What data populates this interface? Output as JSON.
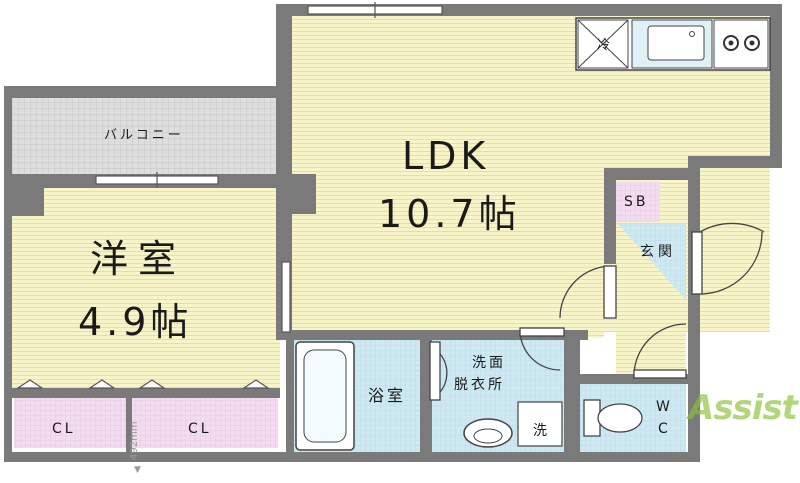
{
  "rooms": {
    "ldk_name": "LDK",
    "ldk_size": "10.7帖",
    "western_name": "洋室",
    "western_size": "4.9帖",
    "balcony": "バルコニー",
    "sb": "SB",
    "entrance": "玄関",
    "bath": "浴室",
    "dressing_line1": "洗面",
    "dressing_line2": "脱衣所",
    "washer": "洗",
    "wc_line1": "W",
    "wc_line2": "C",
    "closet_left": "CL",
    "closet_right": "CL",
    "fridge_symbol": "冷"
  },
  "dimension_note": "492mm",
  "logo_text": "Assist",
  "colors": {
    "wall": "#7a7a7a",
    "floor_wood": "#f7f5c8",
    "wet_area": "#cfe9f2",
    "closet": "#f3dcef",
    "balcony": "#dedede",
    "logo": "#8bbf3a"
  }
}
